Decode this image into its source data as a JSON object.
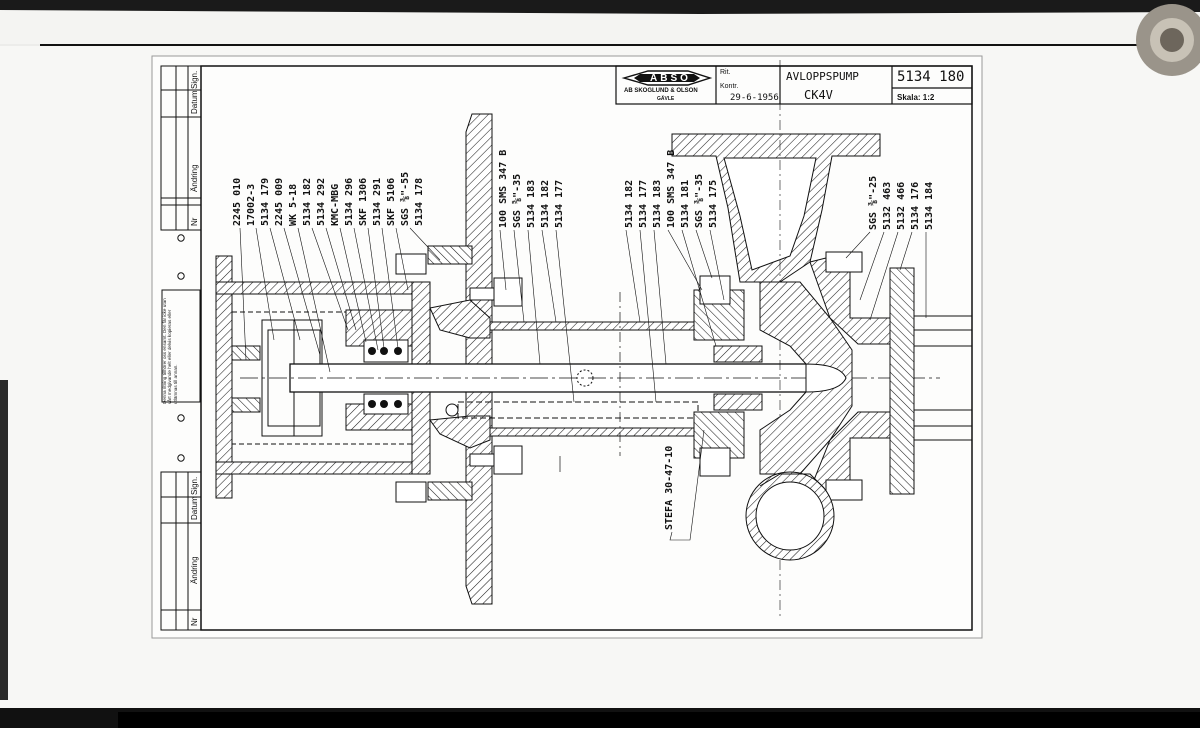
{
  "title_block": {
    "logo": "ABSO",
    "company": "AB SKOGLUND & OLSON",
    "city": "GÄVLE",
    "rit_label": "Rit.",
    "kontr_label": "Kontr.",
    "date": "29-6-1956",
    "part_name": "AVLOPPSPUMP",
    "model": "CK4V",
    "drawing_number": "5134 180",
    "scale": "Skala: 1:2"
  },
  "revision_table_headers": {
    "nr": "Nr",
    "andring": "Ändring",
    "datum": "Datum",
    "sign": "Sign."
  },
  "notice_text": "Denna ritning tillhörer oss ensamt. Den får icke utan vårt medgivande helt eller delvis kopieras eller utlämnas till annan.",
  "left_labels": [
    "2245 010",
    "17002-3",
    "5134 179",
    "2245 009",
    "WK 5-18",
    "5134 182",
    "5134 292",
    "KMC-MBG",
    "5134 296",
    "SKF 1306",
    "5134 291",
    "SKF 5106",
    "SGS ⅜\"-55",
    "5134 178"
  ],
  "mid_labels": [
    "100 SMS 347 B",
    "SGS ⅝\"-35",
    "5134 183",
    "5134 182",
    "5134 177"
  ],
  "right_labels": [
    "5134 182",
    "5134 177",
    "5134 183",
    "100 SMS 347 B",
    "5134 181",
    "SGS ⅜\"-35",
    "5134 175"
  ],
  "far_right_labels": [
    "SGS ⅜\"-25",
    "5132 463",
    "5132 466",
    "5134 176",
    "5134 184"
  ],
  "bottom_label": "STEFA 30-47-10"
}
